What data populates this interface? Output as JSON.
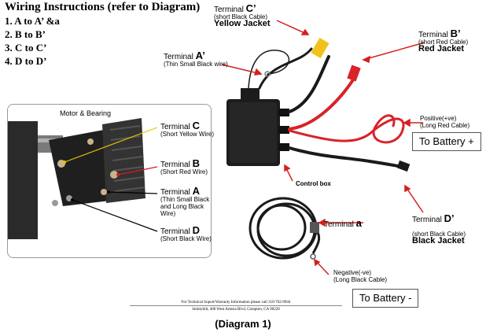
{
  "instructions": {
    "title": "Wiring Instructions (refer to Diagram)",
    "steps": [
      "1. A to A’ &a",
      "2. B to B’",
      "3. C to C’",
      "4. D to D’"
    ]
  },
  "motor": {
    "title": "Motor & Bearing",
    "terminals": [
      {
        "prefix": "Terminal ",
        "letter": "C",
        "desc": [
          "(Short Yellow Wire)"
        ]
      },
      {
        "prefix": "Terminal ",
        "letter": "B",
        "desc": [
          "(Short Red Wire)"
        ]
      },
      {
        "prefix": "Terminal ",
        "letter": "A",
        "desc": [
          "(Thin Small Black",
          "and Long Black",
          "Wire)"
        ]
      },
      {
        "prefix": "Terminal ",
        "letter": "D",
        "desc": [
          "(Short Black Wire)"
        ]
      }
    ]
  },
  "diagram": {
    "terminal_c_prime": {
      "prefix": "Terminal ",
      "letter": "C’",
      "desc": "(short Black Cable)",
      "jacket": "Yellow  Jacket"
    },
    "terminal_b_prime": {
      "prefix": "Terminal ",
      "letter": "B’",
      "desc": "(short Red Cable)",
      "jacket": "Red Jacket"
    },
    "terminal_a_prime": {
      "prefix": "Terminal ",
      "letter": "A’",
      "desc": "(Thin Small Black wire)"
    },
    "positive": {
      "title": "Positive(+ve)",
      "desc": "(Long Red Cable)"
    },
    "battery_plus": "To Battery +",
    "control_box": "Control box",
    "terminal_a_lower": {
      "prefix": "Terminal ",
      "letter": "a"
    },
    "terminal_d_prime": {
      "prefix": "Terminal ",
      "letter": "D’",
      "desc": "(short Black Cable)",
      "jacket": "Black  Jacket"
    },
    "negative": {
      "title": "Negative(-ve)",
      "desc": "(Long Black Cable)"
    },
    "battery_minus": "To Battery -"
  },
  "footer": {
    "line1": "For Technical Suport/Warranty Information please call  310-762-9944",
    "line2": "Smittybilt, 400 West Artesia Blvd, Compton, CA 90220"
  },
  "caption": "(Diagram 1)",
  "colors": {
    "arrow": "#d42020",
    "red_cable": "#d8232a",
    "black_cable": "#1a1a1a",
    "yellow_jacket": "#f2c21b",
    "control_box": "#1c1c1c"
  }
}
